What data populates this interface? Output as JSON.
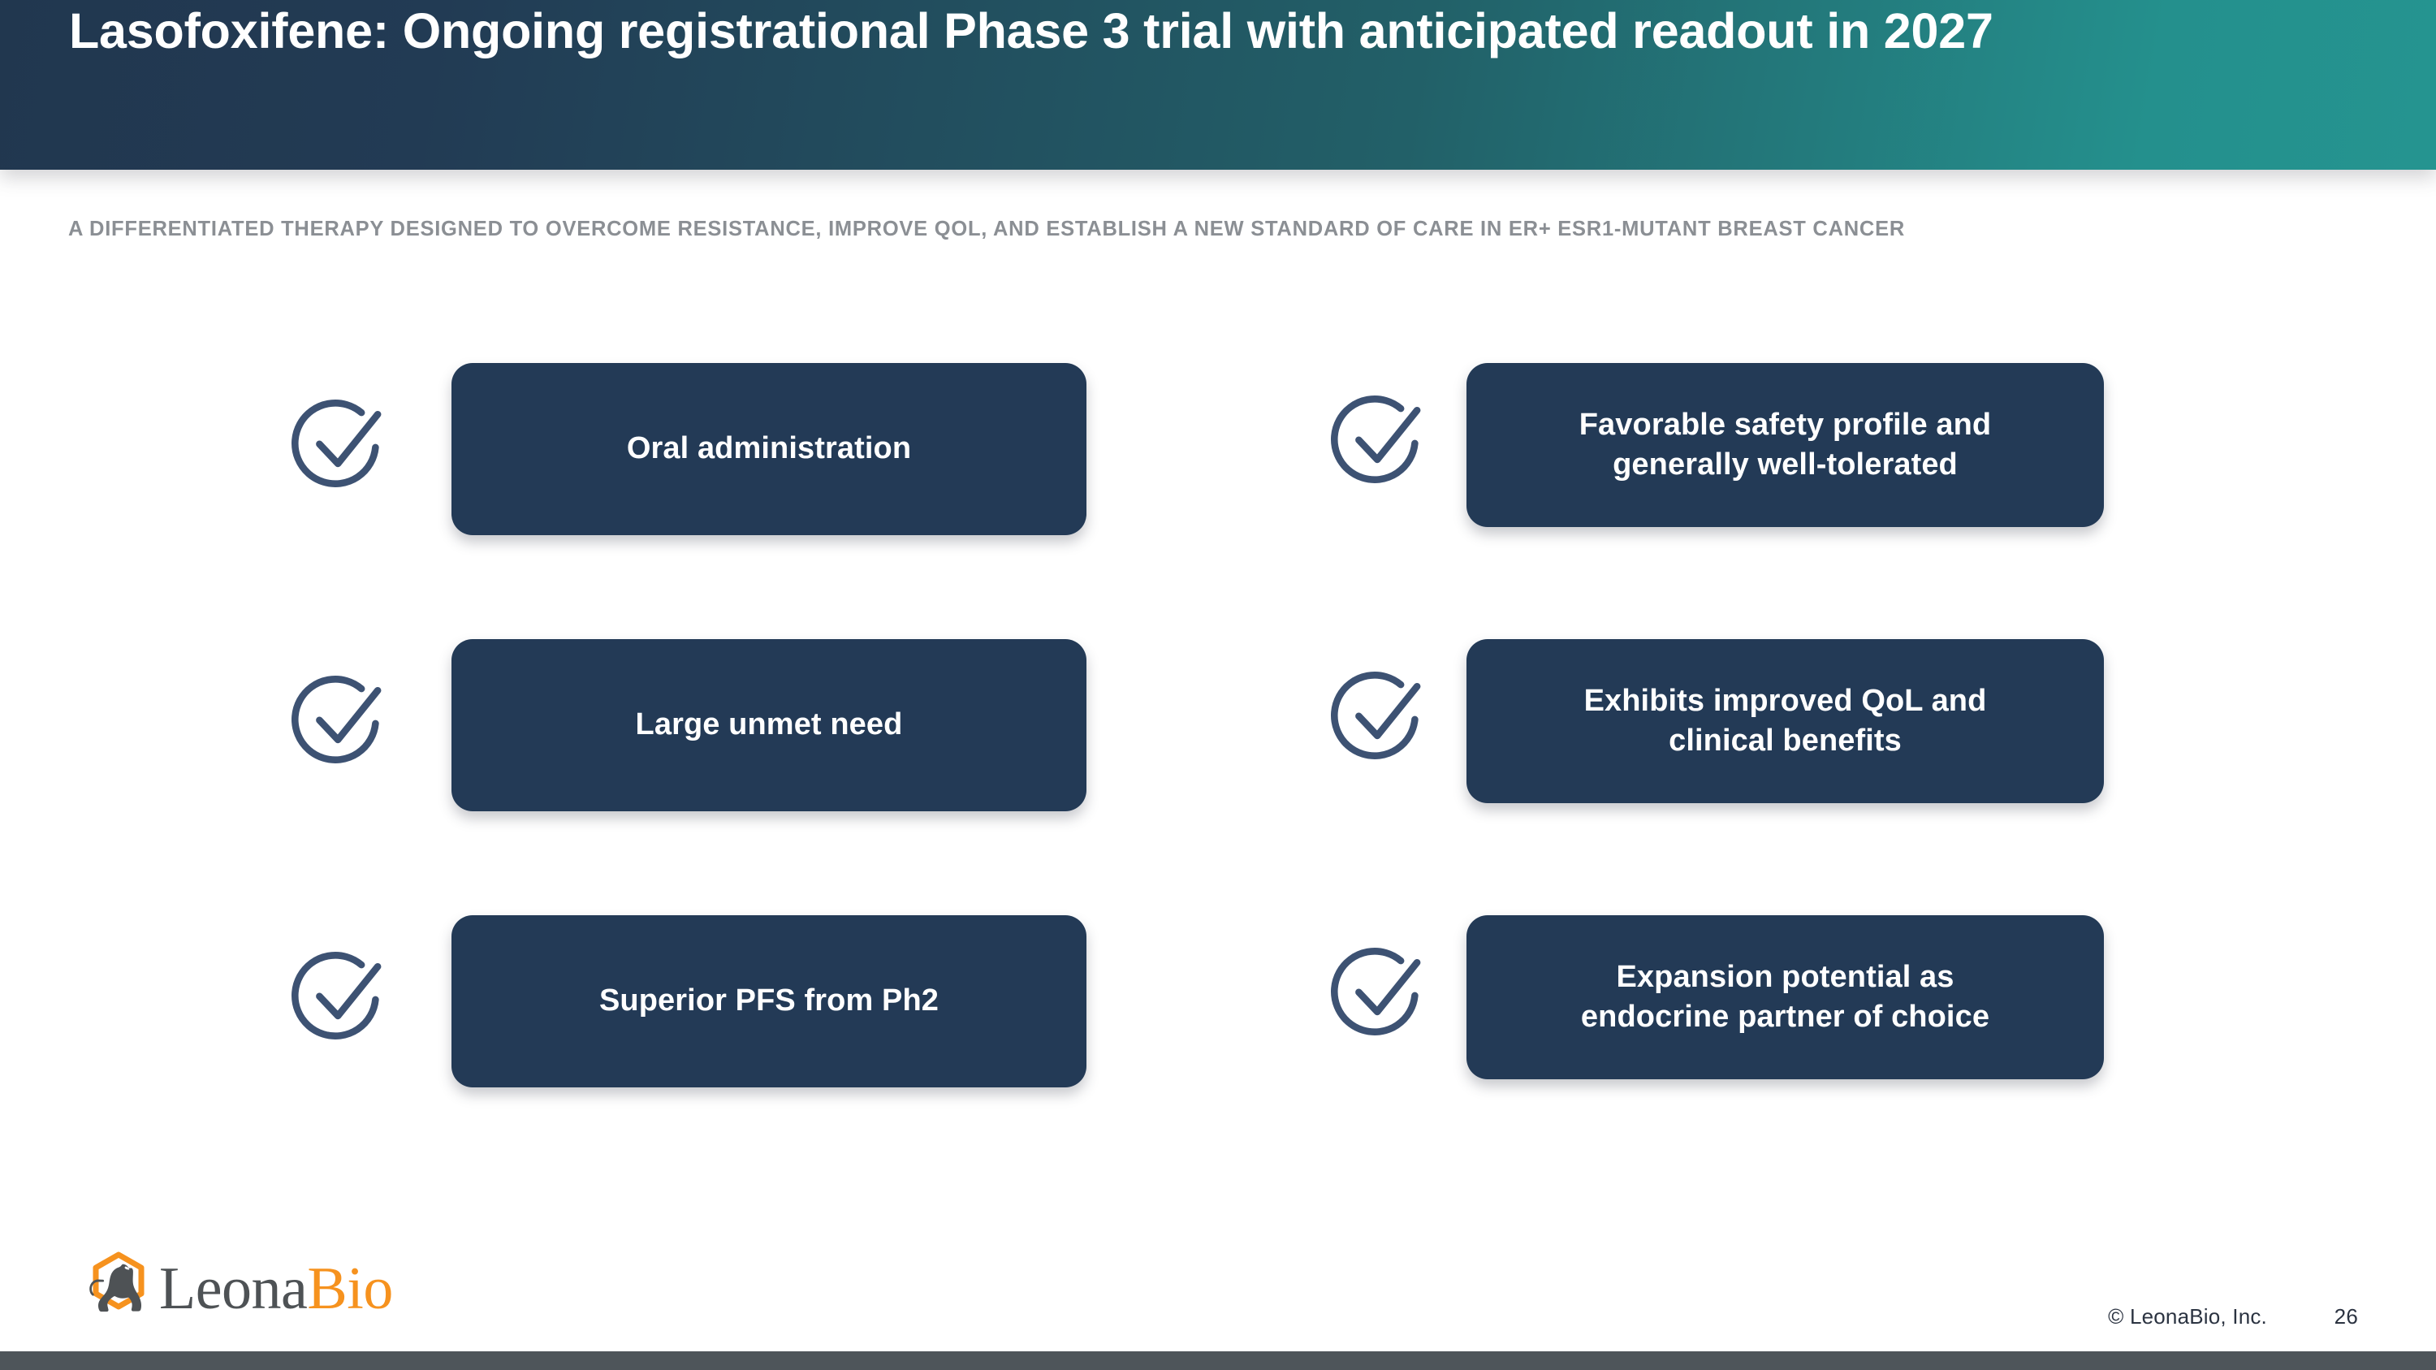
{
  "slide": {
    "title": "Lasofoxifene: Ongoing registrational Phase 3 trial with anticipated readout in 2027",
    "subtitle": "A DIFFERENTIATED THERAPY DESIGNED TO OVERCOME RESISTANCE, IMPROVE QOL, AND ESTABLISH A NEW STANDARD OF CARE IN ER+ ESR1-MUTANT BREAST CANCER",
    "colors": {
      "header_gradient_start": "#21374f",
      "header_gradient_end": "#259490",
      "card_navy": "#233a56",
      "icon_navy": "#3d5273",
      "subtitle_gray": "#8b8f94",
      "logo_orange": "#f6921e",
      "logo_gray": "#4e5255",
      "bottom_bar": "#4e555a"
    }
  },
  "columns": {
    "left": [
      {
        "icon": "check-circle-icon",
        "label": "Oral administration"
      },
      {
        "icon": "check-circle-icon",
        "label": "Large unmet need"
      },
      {
        "icon": "check-circle-icon",
        "label": "Superior PFS from Ph2"
      }
    ],
    "right": [
      {
        "icon": "check-circle-icon",
        "label": "Favorable safety profile and\ngenerally well-tolerated"
      },
      {
        "icon": "check-circle-icon",
        "label": "Exhibits improved QoL and\nclinical benefits"
      },
      {
        "icon": "check-circle-icon",
        "label": "Expansion potential as\nendocrine partner of choice"
      }
    ]
  },
  "logo": {
    "mark": "lion-hexagon-logo-icon",
    "word_primary": "Leona",
    "word_accent": "Bio"
  },
  "footer": {
    "copyright": "© LeonaBio, Inc.",
    "page_number": "26"
  }
}
